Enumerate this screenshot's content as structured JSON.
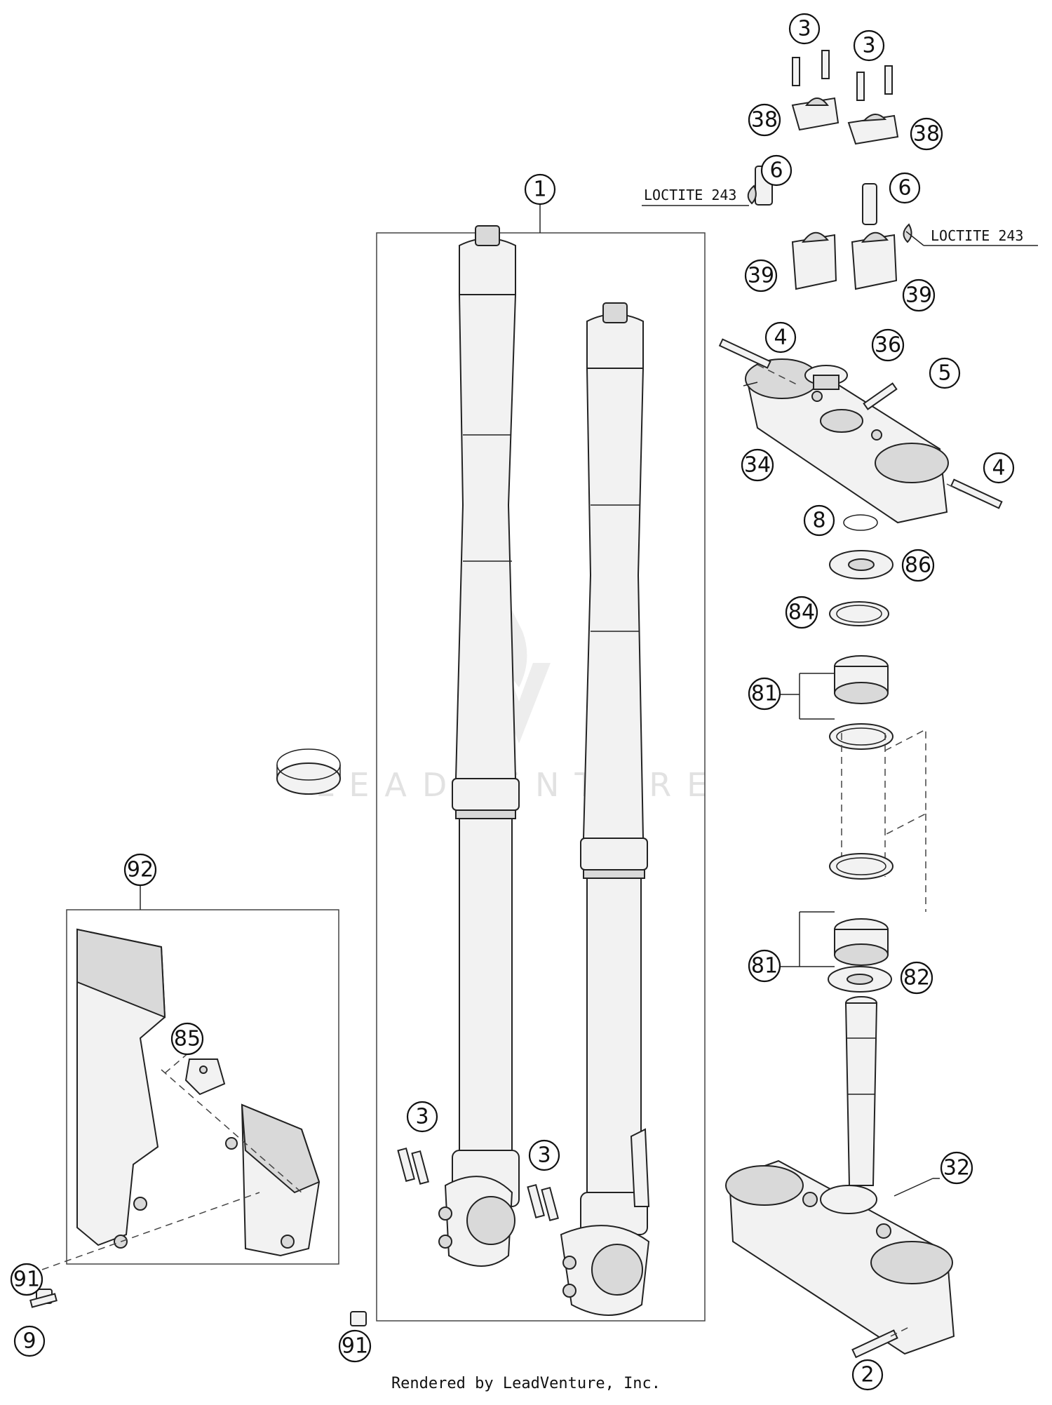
{
  "callouts": [
    {
      "id": "c1",
      "label": "1"
    },
    {
      "id": "c2",
      "label": "2"
    },
    {
      "id": "c3a",
      "label": "3"
    },
    {
      "id": "c3b",
      "label": "3"
    },
    {
      "id": "c3c",
      "label": "3"
    },
    {
      "id": "c3d",
      "label": "3"
    },
    {
      "id": "c4a",
      "label": "4"
    },
    {
      "id": "c4b",
      "label": "4"
    },
    {
      "id": "c5",
      "label": "5"
    },
    {
      "id": "c6a",
      "label": "6"
    },
    {
      "id": "c6b",
      "label": "6"
    },
    {
      "id": "c8",
      "label": "8"
    },
    {
      "id": "c9",
      "label": "9"
    },
    {
      "id": "c32",
      "label": "32"
    },
    {
      "id": "c34",
      "label": "34"
    },
    {
      "id": "c36",
      "label": "36"
    },
    {
      "id": "c38a",
      "label": "38"
    },
    {
      "id": "c38b",
      "label": "38"
    },
    {
      "id": "c39a",
      "label": "39"
    },
    {
      "id": "c39b",
      "label": "39"
    },
    {
      "id": "c81a",
      "label": "81"
    },
    {
      "id": "c81b",
      "label": "81"
    },
    {
      "id": "c82",
      "label": "82"
    },
    {
      "id": "c84",
      "label": "84"
    },
    {
      "id": "c85",
      "label": "85"
    },
    {
      "id": "c86",
      "label": "86"
    },
    {
      "id": "c91a",
      "label": "91"
    },
    {
      "id": "c91b",
      "label": "91"
    },
    {
      "id": "c92",
      "label": "92"
    }
  ],
  "notes": {
    "loctite_left": "LOCTITE 243",
    "loctite_right": "LOCTITE 243"
  },
  "watermark": "LEADVENTURE",
  "footer": "Rendered by LeadVenture, Inc."
}
